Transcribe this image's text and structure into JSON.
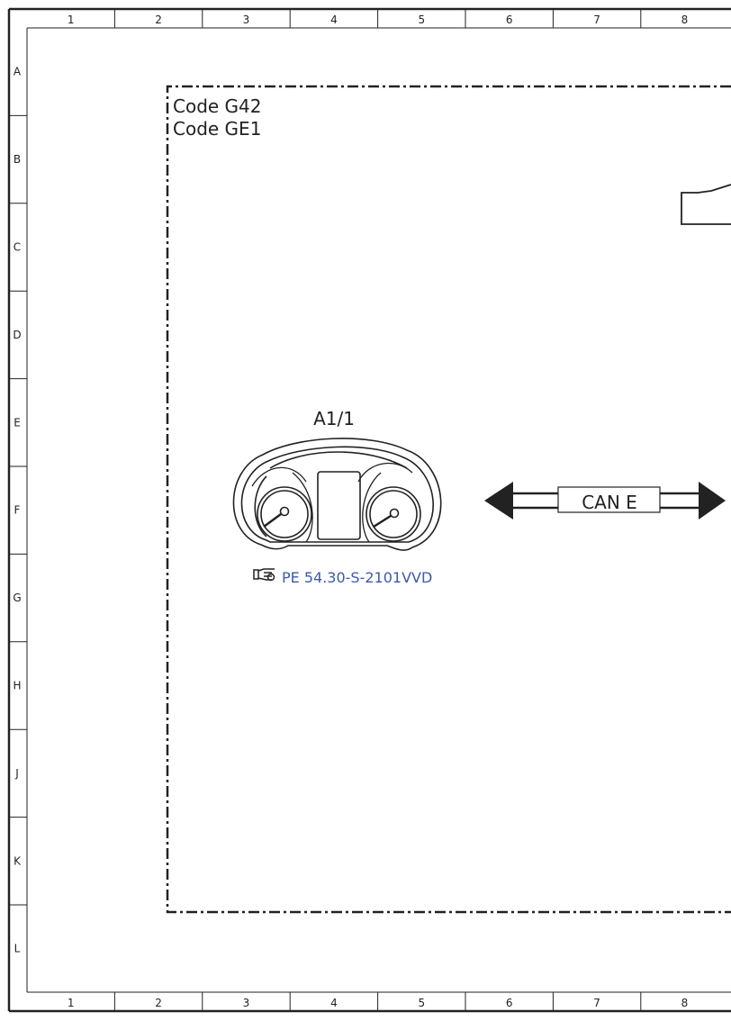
{
  "grid": {
    "columns": [
      "1",
      "2",
      "3",
      "4",
      "5",
      "6",
      "7",
      "8"
    ],
    "rows": [
      "A",
      "B",
      "C",
      "D",
      "E",
      "F",
      "G",
      "H",
      "J",
      "K",
      "L"
    ]
  },
  "codes": [
    "Code G42",
    "Code GE1"
  ],
  "component": {
    "label": "A1/1",
    "icon": "instrument-cluster-icon"
  },
  "reference": {
    "icon": "pointing-hand-icon",
    "text": "PE 54.30-S-2101VVD"
  },
  "bus": {
    "label": "CAN E"
  },
  "colors": {
    "line": "#222222",
    "link": "#3d5aa8"
  }
}
